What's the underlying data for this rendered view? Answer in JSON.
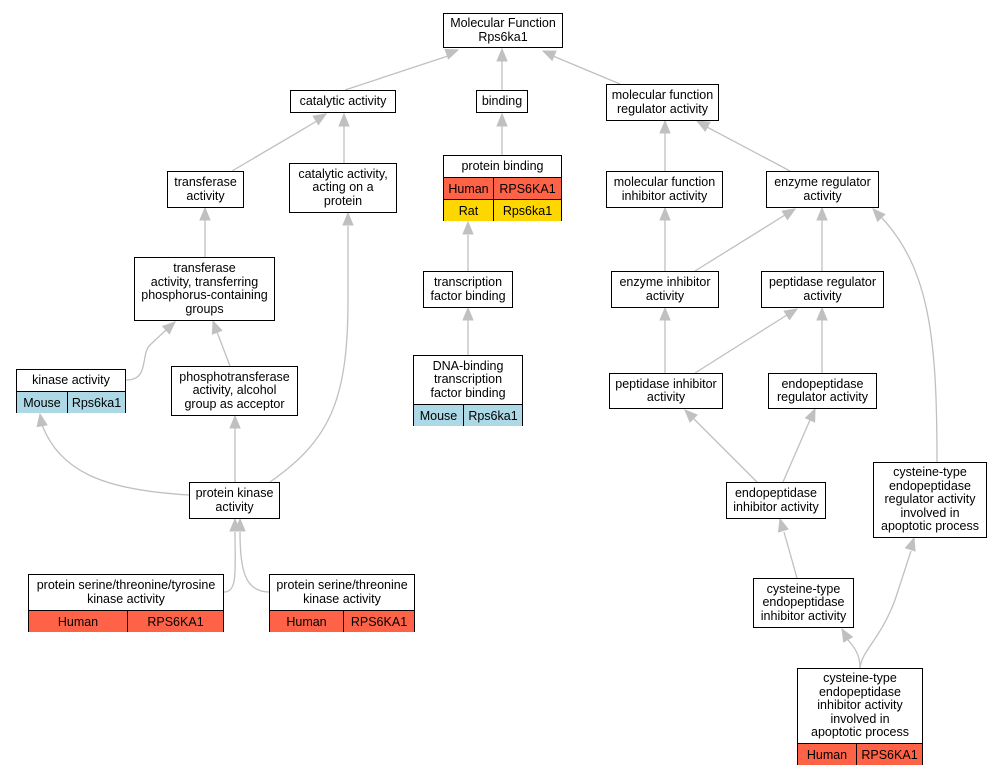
{
  "colors": {
    "human": "#ff6347",
    "rat": "#ffd700",
    "mouse": "#add8e6",
    "edge": "#c0c0c0"
  },
  "nodes": {
    "root": "Molecular Function\nRps6ka1",
    "catalytic": "catalytic activity",
    "binding": "binding",
    "mfreg": "molecular function\nregulator activity",
    "transferase": "transferase\nactivity",
    "catprot": "catalytic activity,\nacting on a\nprotein",
    "protbind": "protein binding",
    "mfinhib": "molecular function\ninhibitor activity",
    "enzreg": "enzyme regulator\nactivity",
    "transphos": "transferase\nactivity, transferring\nphosphorus-containing\ngroups",
    "tfbind": "transcription\nfactor binding",
    "enzinhib": "enzyme inhibitor\nactivity",
    "pepreg": "peptidase regulator\nactivity",
    "kinase": "kinase activity",
    "phosalc": "phosphotransferase\nactivity, alcohol\ngroup as acceptor",
    "dnabind": "DNA-binding\ntranscription\nfactor binding",
    "pepinhib": "peptidase inhibitor\nactivity",
    "endopepreg": "endopeptidase\nregulator activity",
    "protkinase": "protein kinase\nactivity",
    "endopepinhib": "endopeptidase\ninhibitor activity",
    "cysreg": "cysteine-type\nendopeptidase\nregulator activity\ninvolved in\napoptotic process",
    "stykinase": "protein serine/threonine/tyrosine\nkinase activity",
    "stkinase": "protein serine/threonine\nkinase activity",
    "cysinhib": "cysteine-type\nendopeptidase\ninhibitor activity",
    "cysinhibapop": "cysteine-type\nendopeptidase\ninhibitor activity\ninvolved in\napoptotic process"
  },
  "annotations": {
    "protbind_human": {
      "species": "Human",
      "gene": "RPS6KA1"
    },
    "protbind_rat": {
      "species": "Rat",
      "gene": "Rps6ka1"
    },
    "kinase_mouse": {
      "species": "Mouse",
      "gene": "Rps6ka1"
    },
    "dnabind_mouse": {
      "species": "Mouse",
      "gene": "Rps6ka1"
    },
    "stykinase_human": {
      "species": "Human",
      "gene": "RPS6KA1"
    },
    "stkinase_human": {
      "species": "Human",
      "gene": "RPS6KA1"
    },
    "cysinhibapop_human": {
      "species": "Human",
      "gene": "RPS6KA1"
    }
  }
}
